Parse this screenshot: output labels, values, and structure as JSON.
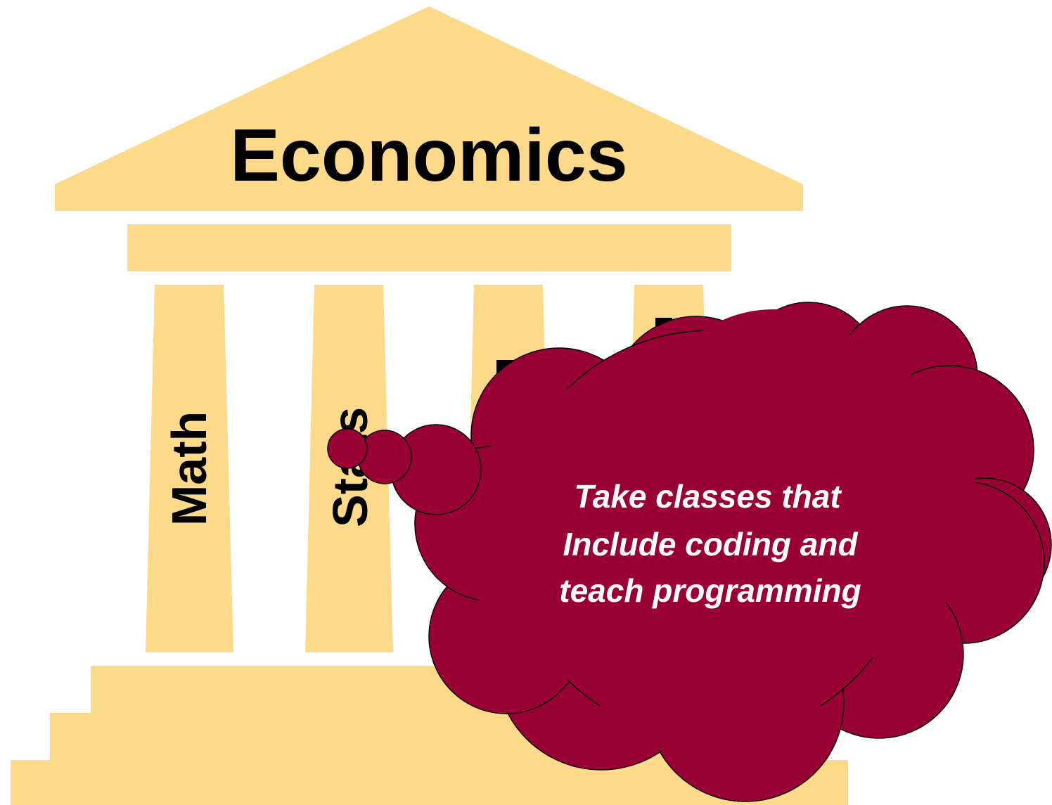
{
  "title": "Economics",
  "pillars": [
    "Math",
    "Stats"
  ],
  "thought_bubble": {
    "lines": [
      "Take classes that",
      "Include coding and",
      "teach programming"
    ]
  },
  "colors": {
    "temple": "#FDD98A",
    "bubble_fill": "#990033",
    "bubble_outline": "#000000",
    "title_text": "#000000",
    "bubble_text": "#ffffff"
  }
}
